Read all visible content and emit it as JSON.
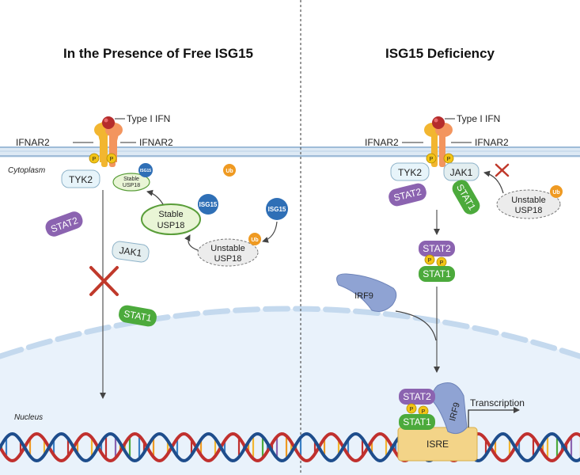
{
  "left_panel": {
    "title": "In the Presence of Free ISG15",
    "type_ifn": "Type I IFN",
    "ifnar2_left": "IFNAR2",
    "ifnar2_right": "IFNAR2",
    "cytoplasm": "Cytoplasm",
    "nucleus": "Nucleus",
    "tyk2": "TYK2",
    "jak1": "JAK1",
    "stat1": "STAT1",
    "stat2": "STAT2",
    "ub_free": "Ub",
    "ub_unstable": "Ub",
    "isg15_small": "ISG15",
    "isg15_stable": "ISG15",
    "isg15_free": "ISG15",
    "stable_usp18_small": [
      "Stable",
      "USP18"
    ],
    "stable_usp18": [
      "Stable",
      "USP18"
    ],
    "unstable_usp18": [
      "Unstable",
      "USP18"
    ],
    "phospho": [
      "P",
      "P"
    ]
  },
  "right_panel": {
    "title": "ISG15 Deficiency",
    "type_ifn": "Type I IFN",
    "ifnar2_left": "IFNAR2",
    "ifnar2_right": "IFNAR2",
    "tyk2": "TYK2",
    "jak1": "JAK1",
    "stat1_receptor": "STAT1",
    "stat2_receptor": "STAT2",
    "unstable_usp18": [
      "Unstable",
      "USP18"
    ],
    "ub": "Ub",
    "stat2_dimer": "STAT2",
    "stat1_dimer": "STAT1",
    "irf9": "IRF9",
    "stat2_nuclear": "STAT2",
    "stat1_nuclear": "STAT1",
    "irf9_nuclear": "IRF9",
    "isre": "ISRE",
    "transcription": "Transcription",
    "phospho": [
      "P",
      "P"
    ]
  },
  "colors": {
    "membrane": "#cfe0ef",
    "nucleus_fill": "#e9f2fb",
    "stat2": "#8b63b0",
    "stat1": "#4caa3c",
    "phospho": "#f2c416",
    "isg15": "#2f6fb6",
    "ub": "#ef9a22",
    "stable_usp18_fill": "#e9f5d6",
    "stable_usp18_border": "#5a9e3a",
    "irf9": "#8fa3d3",
    "isre": "#f3d488",
    "inhibition": "#c0392b",
    "dna_red": "#c0302e",
    "dna_blue": "#1e4d8c"
  }
}
